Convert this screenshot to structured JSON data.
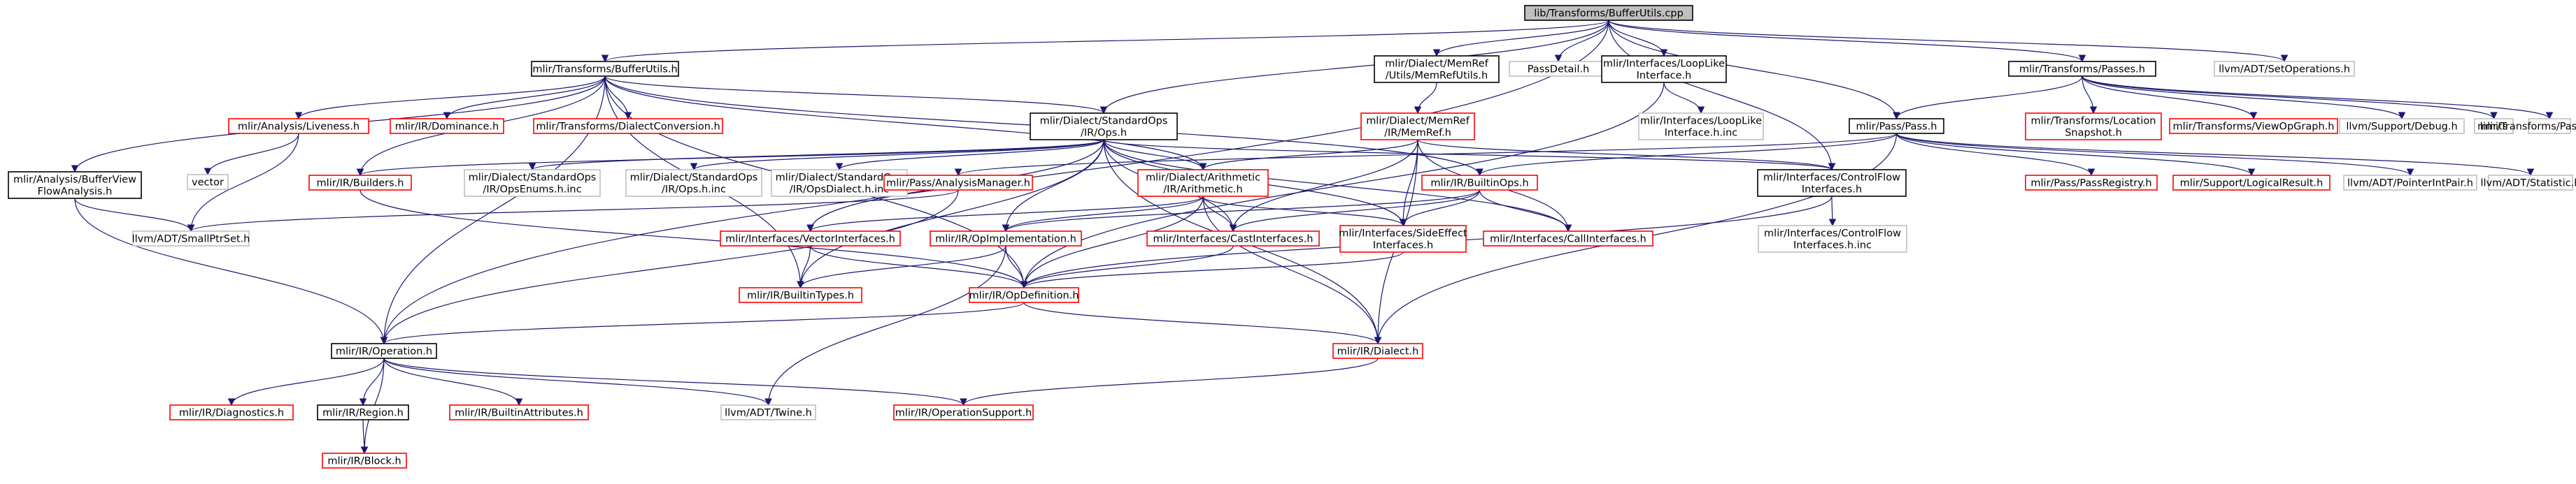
{
  "colors": {
    "black": "#000000",
    "red": "#ff0000",
    "gray": "#bfbfbf",
    "root_fill": "#bfbfbf",
    "white": "#ffffff",
    "edge": "#191970",
    "text": "#000000"
  },
  "nodes": {
    "root": {
      "lines": [
        "lib/Transforms/BufferUtils.cpp"
      ],
      "style": "root"
    },
    "bufferutils_h": {
      "lines": [
        "mlir/Transforms/BufferUtils.h"
      ],
      "style": "black"
    },
    "memrefutils": {
      "lines": [
        "mlir/Dialect/MemRef",
        "/Utils/MemRefUtils.h"
      ],
      "style": "black"
    },
    "passdetail": {
      "lines": [
        "PassDetail.h"
      ],
      "style": "gray"
    },
    "looplike": {
      "lines": [
        "mlir/Interfaces/LoopLike",
        "Interface.h"
      ],
      "style": "black"
    },
    "passes_h": {
      "lines": [
        "mlir/Transforms/Passes.h"
      ],
      "style": "black"
    },
    "setoperations": {
      "lines": [
        "llvm/ADT/SetOperations.h"
      ],
      "style": "gray"
    },
    "liveness": {
      "lines": [
        "mlir/Analysis/Liveness.h"
      ],
      "style": "red"
    },
    "dominance": {
      "lines": [
        "mlir/IR/Dominance.h"
      ],
      "style": "red"
    },
    "dialectconv": {
      "lines": [
        "mlir/Transforms/DialectConversion.h"
      ],
      "style": "red"
    },
    "stdops": {
      "lines": [
        "mlir/Dialect/StandardOps",
        "/IR/Ops.h"
      ],
      "style": "black"
    },
    "memref_h": {
      "lines": [
        "mlir/Dialect/MemRef",
        "/IR/MemRef.h"
      ],
      "style": "red"
    },
    "looplike_inc": {
      "lines": [
        "mlir/Interfaces/LoopLike",
        "Interface.h.inc"
      ],
      "style": "gray"
    },
    "pass_h": {
      "lines": [
        "mlir/Pass/Pass.h"
      ],
      "style": "black"
    },
    "locsnapshot": {
      "lines": [
        "mlir/Transforms/Location",
        "Snapshot.h"
      ],
      "style": "red"
    },
    "viewopgraph": {
      "lines": [
        "mlir/Transforms/ViewOpGraph.h"
      ],
      "style": "red"
    },
    "debug": {
      "lines": [
        "llvm/Support/Debug.h"
      ],
      "style": "gray"
    },
    "limits": {
      "lines": [
        "limits"
      ],
      "style": "gray"
    },
    "passes_inc": {
      "lines": [
        "mlir/Transforms/Passes.h.inc"
      ],
      "style": "gray"
    },
    "vector": {
      "lines": [
        "vector"
      ],
      "style": "gray"
    },
    "bufferview": {
      "lines": [
        "mlir/Analysis/BufferView",
        "FlowAnalysis.h"
      ],
      "style": "black"
    },
    "builders": {
      "lines": [
        "mlir/IR/Builders.h"
      ],
      "style": "red"
    },
    "opsenums_inc": {
      "lines": [
        "mlir/Dialect/StandardOps",
        "/IR/OpsEnums.h.inc"
      ],
      "style": "gray"
    },
    "ops_inc": {
      "lines": [
        "mlir/Dialect/StandardOps",
        "/IR/Ops.h.inc"
      ],
      "style": "gray"
    },
    "opsdialect_inc": {
      "lines": [
        "mlir/Dialect/StandardOps",
        "/IR/OpsDialect.h.inc"
      ],
      "style": "gray"
    },
    "analysismgr": {
      "lines": [
        "mlir/Pass/AnalysisManager.h"
      ],
      "style": "red"
    },
    "arith": {
      "lines": [
        "mlir/Dialect/Arithmetic",
        "/IR/Arithmetic.h"
      ],
      "style": "red"
    },
    "builtinops": {
      "lines": [
        "mlir/IR/BuiltinOps.h"
      ],
      "style": "red"
    },
    "controlflow": {
      "lines": [
        "mlir/Interfaces/ControlFlow",
        "Interfaces.h"
      ],
      "style": "black"
    },
    "passregistry": {
      "lines": [
        "mlir/Pass/PassRegistry.h"
      ],
      "style": "red"
    },
    "logicalresult": {
      "lines": [
        "mlir/Support/LogicalResult.h"
      ],
      "style": "red"
    },
    "pointerintpair": {
      "lines": [
        "llvm/ADT/PointerIntPair.h"
      ],
      "style": "gray"
    },
    "statistic": {
      "lines": [
        "llvm/ADT/Statistic.h"
      ],
      "style": "gray"
    },
    "smallptrset": {
      "lines": [
        "llvm/ADT/SmallPtrSet.h"
      ],
      "style": "gray"
    },
    "vectorif": {
      "lines": [
        "mlir/Interfaces/VectorInterfaces.h"
      ],
      "style": "red"
    },
    "opimpl": {
      "lines": [
        "mlir/IR/OpImplementation.h"
      ],
      "style": "red"
    },
    "castif": {
      "lines": [
        "mlir/Interfaces/CastInterfaces.h"
      ],
      "style": "red"
    },
    "sideeffect": {
      "lines": [
        "mlir/Interfaces/SideEffect",
        "Interfaces.h"
      ],
      "style": "red"
    },
    "callif": {
      "lines": [
        "mlir/Interfaces/CallInterfaces.h"
      ],
      "style": "red"
    },
    "controlflow_inc": {
      "lines": [
        "mlir/Interfaces/ControlFlow",
        "Interfaces.h.inc"
      ],
      "style": "gray"
    },
    "builtintypes": {
      "lines": [
        "mlir/IR/BuiltinTypes.h"
      ],
      "style": "red"
    },
    "opdef": {
      "lines": [
        "mlir/IR/OpDefinition.h"
      ],
      "style": "red"
    },
    "operation": {
      "lines": [
        "mlir/IR/Operation.h"
      ],
      "style": "black"
    },
    "dialect": {
      "lines": [
        "mlir/IR/Dialect.h"
      ],
      "style": "red"
    },
    "diagnostics": {
      "lines": [
        "mlir/IR/Diagnostics.h"
      ],
      "style": "red"
    },
    "region": {
      "lines": [
        "mlir/IR/Region.h"
      ],
      "style": "black"
    },
    "builtinattrs": {
      "lines": [
        "mlir/IR/BuiltinAttributes.h"
      ],
      "style": "red"
    },
    "twine": {
      "lines": [
        "llvm/ADT/Twine.h"
      ],
      "style": "gray"
    },
    "opsupport": {
      "lines": [
        "mlir/IR/OperationSupport.h"
      ],
      "style": "red"
    },
    "block": {
      "lines": [
        "mlir/IR/Block.h"
      ],
      "style": "red"
    }
  },
  "edges": [
    [
      "root",
      "bufferutils_h"
    ],
    [
      "root",
      "memrefutils"
    ],
    [
      "root",
      "passdetail"
    ],
    [
      "root",
      "looplike"
    ],
    [
      "root",
      "passes_h"
    ],
    [
      "root",
      "setoperations"
    ],
    [
      "root",
      "stdops"
    ],
    [
      "root",
      "pass_h"
    ],
    [
      "root",
      "controlflow"
    ],
    [
      "root",
      "operation"
    ],
    [
      "bufferutils_h",
      "liveness"
    ],
    [
      "bufferutils_h",
      "dominance"
    ],
    [
      "bufferutils_h",
      "dialectconv"
    ],
    [
      "bufferutils_h",
      "stdops"
    ],
    [
      "bufferutils_h",
      "bufferview"
    ],
    [
      "bufferutils_h",
      "builders"
    ],
    [
      "bufferutils_h",
      "arith"
    ],
    [
      "bufferutils_h",
      "builtinops"
    ],
    [
      "bufferutils_h",
      "operation"
    ],
    [
      "bufferutils_h",
      "builtintypes"
    ],
    [
      "bufferutils_h",
      "opdef"
    ],
    [
      "memrefutils",
      "memref_h"
    ],
    [
      "looplike",
      "looplike_inc"
    ],
    [
      "looplike",
      "opdef"
    ],
    [
      "passes_h",
      "pass_h"
    ],
    [
      "passes_h",
      "locsnapshot"
    ],
    [
      "passes_h",
      "viewopgraph"
    ],
    [
      "passes_h",
      "debug"
    ],
    [
      "passes_h",
      "limits"
    ],
    [
      "passes_h",
      "passes_inc"
    ],
    [
      "liveness",
      "vector"
    ],
    [
      "liveness",
      "smallptrset"
    ],
    [
      "stdops",
      "builders"
    ],
    [
      "stdops",
      "opsenums_inc"
    ],
    [
      "stdops",
      "ops_inc"
    ],
    [
      "stdops",
      "opsdialect_inc"
    ],
    [
      "stdops",
      "arith"
    ],
    [
      "stdops",
      "controlflow"
    ],
    [
      "stdops",
      "vectorif"
    ],
    [
      "stdops",
      "opimpl"
    ],
    [
      "stdops",
      "castif"
    ],
    [
      "stdops",
      "sideeffect"
    ],
    [
      "stdops",
      "callif"
    ],
    [
      "stdops",
      "dialect"
    ],
    [
      "stdops",
      "builtintypes"
    ],
    [
      "memref_h",
      "arith"
    ],
    [
      "memref_h",
      "controlflow"
    ],
    [
      "memref_h",
      "castif"
    ],
    [
      "memref_h",
      "sideeffect"
    ],
    [
      "memref_h",
      "callif"
    ],
    [
      "memref_h",
      "dialect"
    ],
    [
      "pass_h",
      "analysismgr"
    ],
    [
      "pass_h",
      "builtinops"
    ],
    [
      "pass_h",
      "passregistry"
    ],
    [
      "pass_h",
      "logicalresult"
    ],
    [
      "pass_h",
      "pointerintpair"
    ],
    [
      "pass_h",
      "statistic"
    ],
    [
      "pass_h",
      "dialect"
    ],
    [
      "bufferview",
      "smallptrset"
    ],
    [
      "bufferview",
      "operation"
    ],
    [
      "builders",
      "opdef"
    ],
    [
      "analysismgr",
      "smallptrset"
    ],
    [
      "analysismgr",
      "operation"
    ],
    [
      "arith",
      "vectorif"
    ],
    [
      "arith",
      "opimpl"
    ],
    [
      "arith",
      "castif"
    ],
    [
      "arith",
      "sideeffect"
    ],
    [
      "arith",
      "opdef"
    ],
    [
      "arith",
      "dialect"
    ],
    [
      "builtinops",
      "castif"
    ],
    [
      "builtinops",
      "sideeffect"
    ],
    [
      "builtinops",
      "callif"
    ],
    [
      "builtinops",
      "opimpl"
    ],
    [
      "controlflow",
      "controlflow_inc"
    ],
    [
      "controlflow",
      "opdef"
    ],
    [
      "vectorif",
      "opdef"
    ],
    [
      "vectorif",
      "builtintypes"
    ],
    [
      "opimpl",
      "opdef"
    ],
    [
      "opimpl",
      "builtintypes"
    ],
    [
      "opimpl",
      "twine"
    ],
    [
      "castif",
      "opdef"
    ],
    [
      "sideeffect",
      "opdef"
    ],
    [
      "opdef",
      "operation"
    ],
    [
      "opdef",
      "dialect"
    ],
    [
      "operation",
      "diagnostics"
    ],
    [
      "operation",
      "region"
    ],
    [
      "operation",
      "builtinattrs"
    ],
    [
      "operation",
      "twine"
    ],
    [
      "operation",
      "opsupport"
    ],
    [
      "operation",
      "block"
    ],
    [
      "region",
      "block"
    ],
    [
      "dialect",
      "opsupport"
    ]
  ]
}
